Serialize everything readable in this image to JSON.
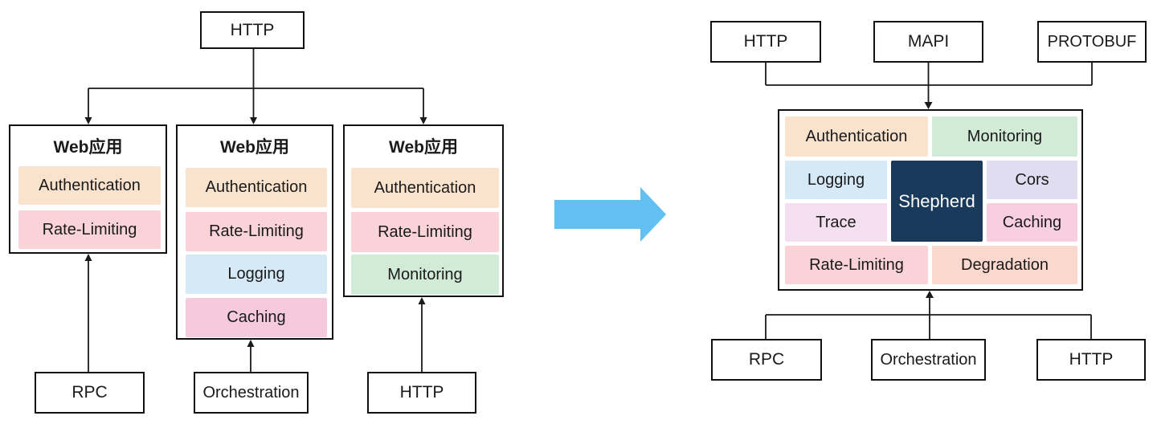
{
  "colors": {
    "line": "#1a1a1a",
    "arrow_blue": "#62C1F2",
    "peach": "#FAE3CD",
    "pink": "#FAD3D9",
    "light_blue": "#D5E9F7",
    "magenta_pink": "#F6C9DD",
    "green": "#D2EBD6",
    "lavender": "#E0DDF1",
    "pink_lavender": "#F3DFF0",
    "soft_pink": "#F8CFE0",
    "peach_pink": "#FAD8CE",
    "navy": "#1A3A5C"
  },
  "left": {
    "top_source": "HTTP",
    "apps": [
      {
        "title": "Web应用",
        "tiles": [
          {
            "label": "Authentication",
            "color": "#FAE3CD"
          },
          {
            "label": "Rate-Limiting",
            "color": "#FAD3D9"
          }
        ]
      },
      {
        "title": "Web应用",
        "tiles": [
          {
            "label": "Authentication",
            "color": "#FAE3CD"
          },
          {
            "label": "Rate-Limiting",
            "color": "#FAD3D9"
          },
          {
            "label": "Logging",
            "color": "#D5E9F7"
          },
          {
            "label": "Caching",
            "color": "#F6C9DD"
          }
        ]
      },
      {
        "title": "Web应用",
        "tiles": [
          {
            "label": "Authentication",
            "color": "#FAE3CD"
          },
          {
            "label": "Rate-Limiting",
            "color": "#FAD3D9"
          },
          {
            "label": "Monitoring",
            "color": "#D2EBD6"
          }
        ]
      }
    ],
    "bottom_sources": [
      "RPC",
      "Orchestration",
      "HTTP"
    ]
  },
  "right": {
    "top_protocols": [
      "HTTP",
      "MAPI",
      "PROTOBUF"
    ],
    "gateway": {
      "core_label": "Shepherd",
      "core_color": "#1A3A5C",
      "tiles": [
        {
          "label": "Authentication",
          "color": "#FAE3CD"
        },
        {
          "label": "Monitoring",
          "color": "#D2EBD6"
        },
        {
          "label": "Logging",
          "color": "#D5E9F7"
        },
        {
          "label": "Cors",
          "color": "#E0DDF1"
        },
        {
          "label": "Trace",
          "color": "#F3DFF0"
        },
        {
          "label": "Caching",
          "color": "#F8CFE0"
        },
        {
          "label": "Rate-Limiting",
          "color": "#FAD3D9"
        },
        {
          "label": "Degradation",
          "color": "#FAD8CE"
        }
      ]
    },
    "bottom_backends": [
      "RPC",
      "Orchestration",
      "HTTP"
    ]
  }
}
